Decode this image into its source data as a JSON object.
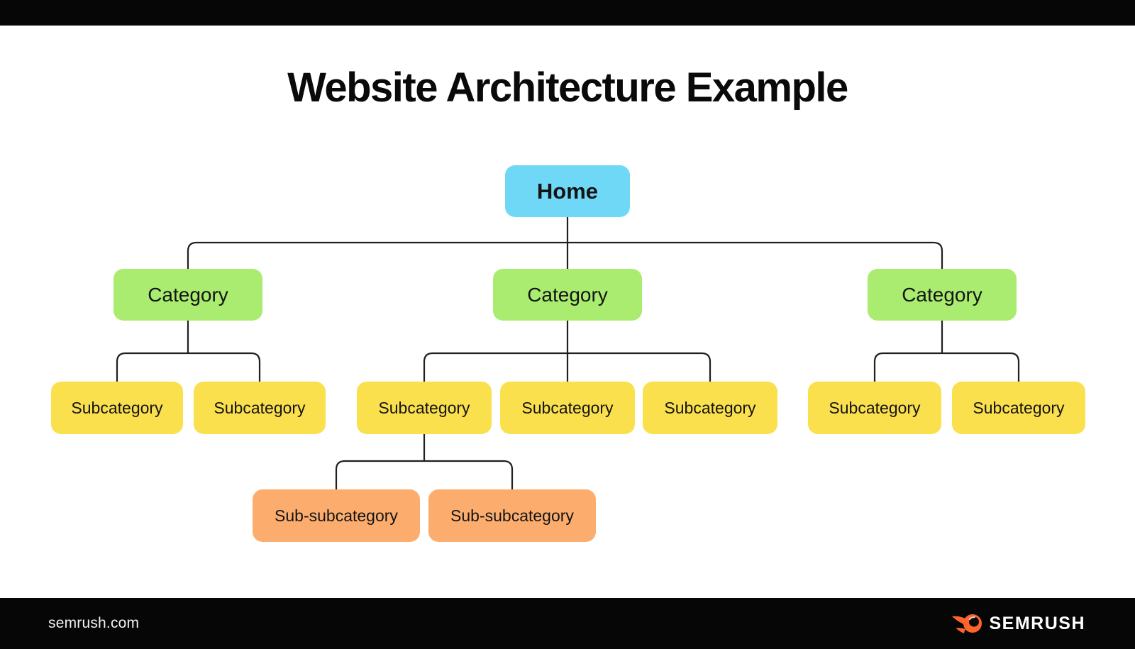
{
  "title": "Website Architecture Example",
  "tree": {
    "home": {
      "label": "Home"
    },
    "categories": [
      {
        "label": "Category",
        "subcategories": [
          {
            "label": "Subcategory"
          },
          {
            "label": "Subcategory"
          }
        ]
      },
      {
        "label": "Category",
        "subcategories": [
          {
            "label": "Subcategory",
            "children": [
              {
                "label": "Sub-subcategory"
              },
              {
                "label": "Sub-subcategory"
              }
            ]
          },
          {
            "label": "Subcategory"
          },
          {
            "label": "Subcategory"
          }
        ]
      },
      {
        "label": "Category",
        "subcategories": [
          {
            "label": "Subcategory"
          },
          {
            "label": "Subcategory"
          }
        ]
      }
    ]
  },
  "footer": {
    "site": "semrush.com",
    "brand": "SEMRUSH"
  },
  "colors": {
    "home": "#6FD8F6",
    "category": "#A9EC6F",
    "subcategory": "#FBE04E",
    "subsubcategory": "#FCAD6E",
    "line": "#1F1F1F",
    "footer_bg": "#060606",
    "brand_orange": "#FF642D"
  }
}
